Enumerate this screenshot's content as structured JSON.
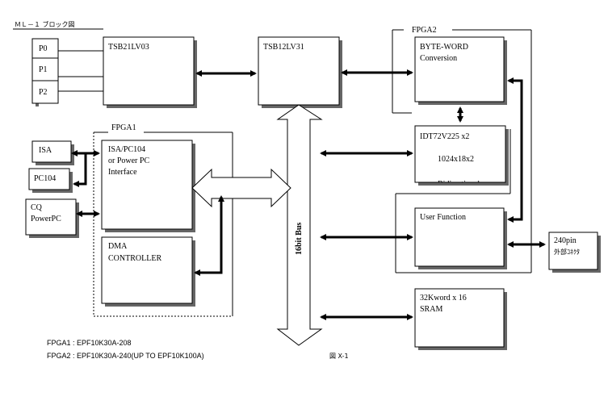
{
  "title": "ＭＬ－１ ブロック図",
  "blocks": {
    "p0": "P0",
    "p1": "P1",
    "p2": "P2",
    "tsb21": "TSB21LV03",
    "tsb12": "TSB12LV31",
    "fpga2_label": "FPGA2",
    "byte_word_l1": "BYTE-WORD",
    "byte_word_l2": "Conversion",
    "fpga1_label": "FPGA1",
    "isa": "ISA",
    "pc104": "PC104",
    "cq_l1": "CQ",
    "cq_l2": "PowerPC",
    "isa_if_l1": "ISA/PC104",
    "isa_if_l2": "or Power PC",
    "isa_if_l3": "Interface",
    "dma_l1": "DMA",
    "dma_l2": "CONTROLLER",
    "fifo_l1": "IDT72V225 x2",
    "fifo_l2": "1024x18x2",
    "fifo_l3": "Bidirectional",
    "user_func": "User Function",
    "sram_l1": "32Kword x 16",
    "sram_l2": "SRAM",
    "ext_l1": "240pin",
    "ext_l2": "外部ｺﾈｸﾀ",
    "bus": "16bit Bus"
  },
  "notes": {
    "fpga1": "FPGA1 : EPF10K30A-208",
    "fpga2": "FPGA2 : EPF10K30A-240(UP TO EPF10K100A)",
    "figure": "図 X-1"
  }
}
